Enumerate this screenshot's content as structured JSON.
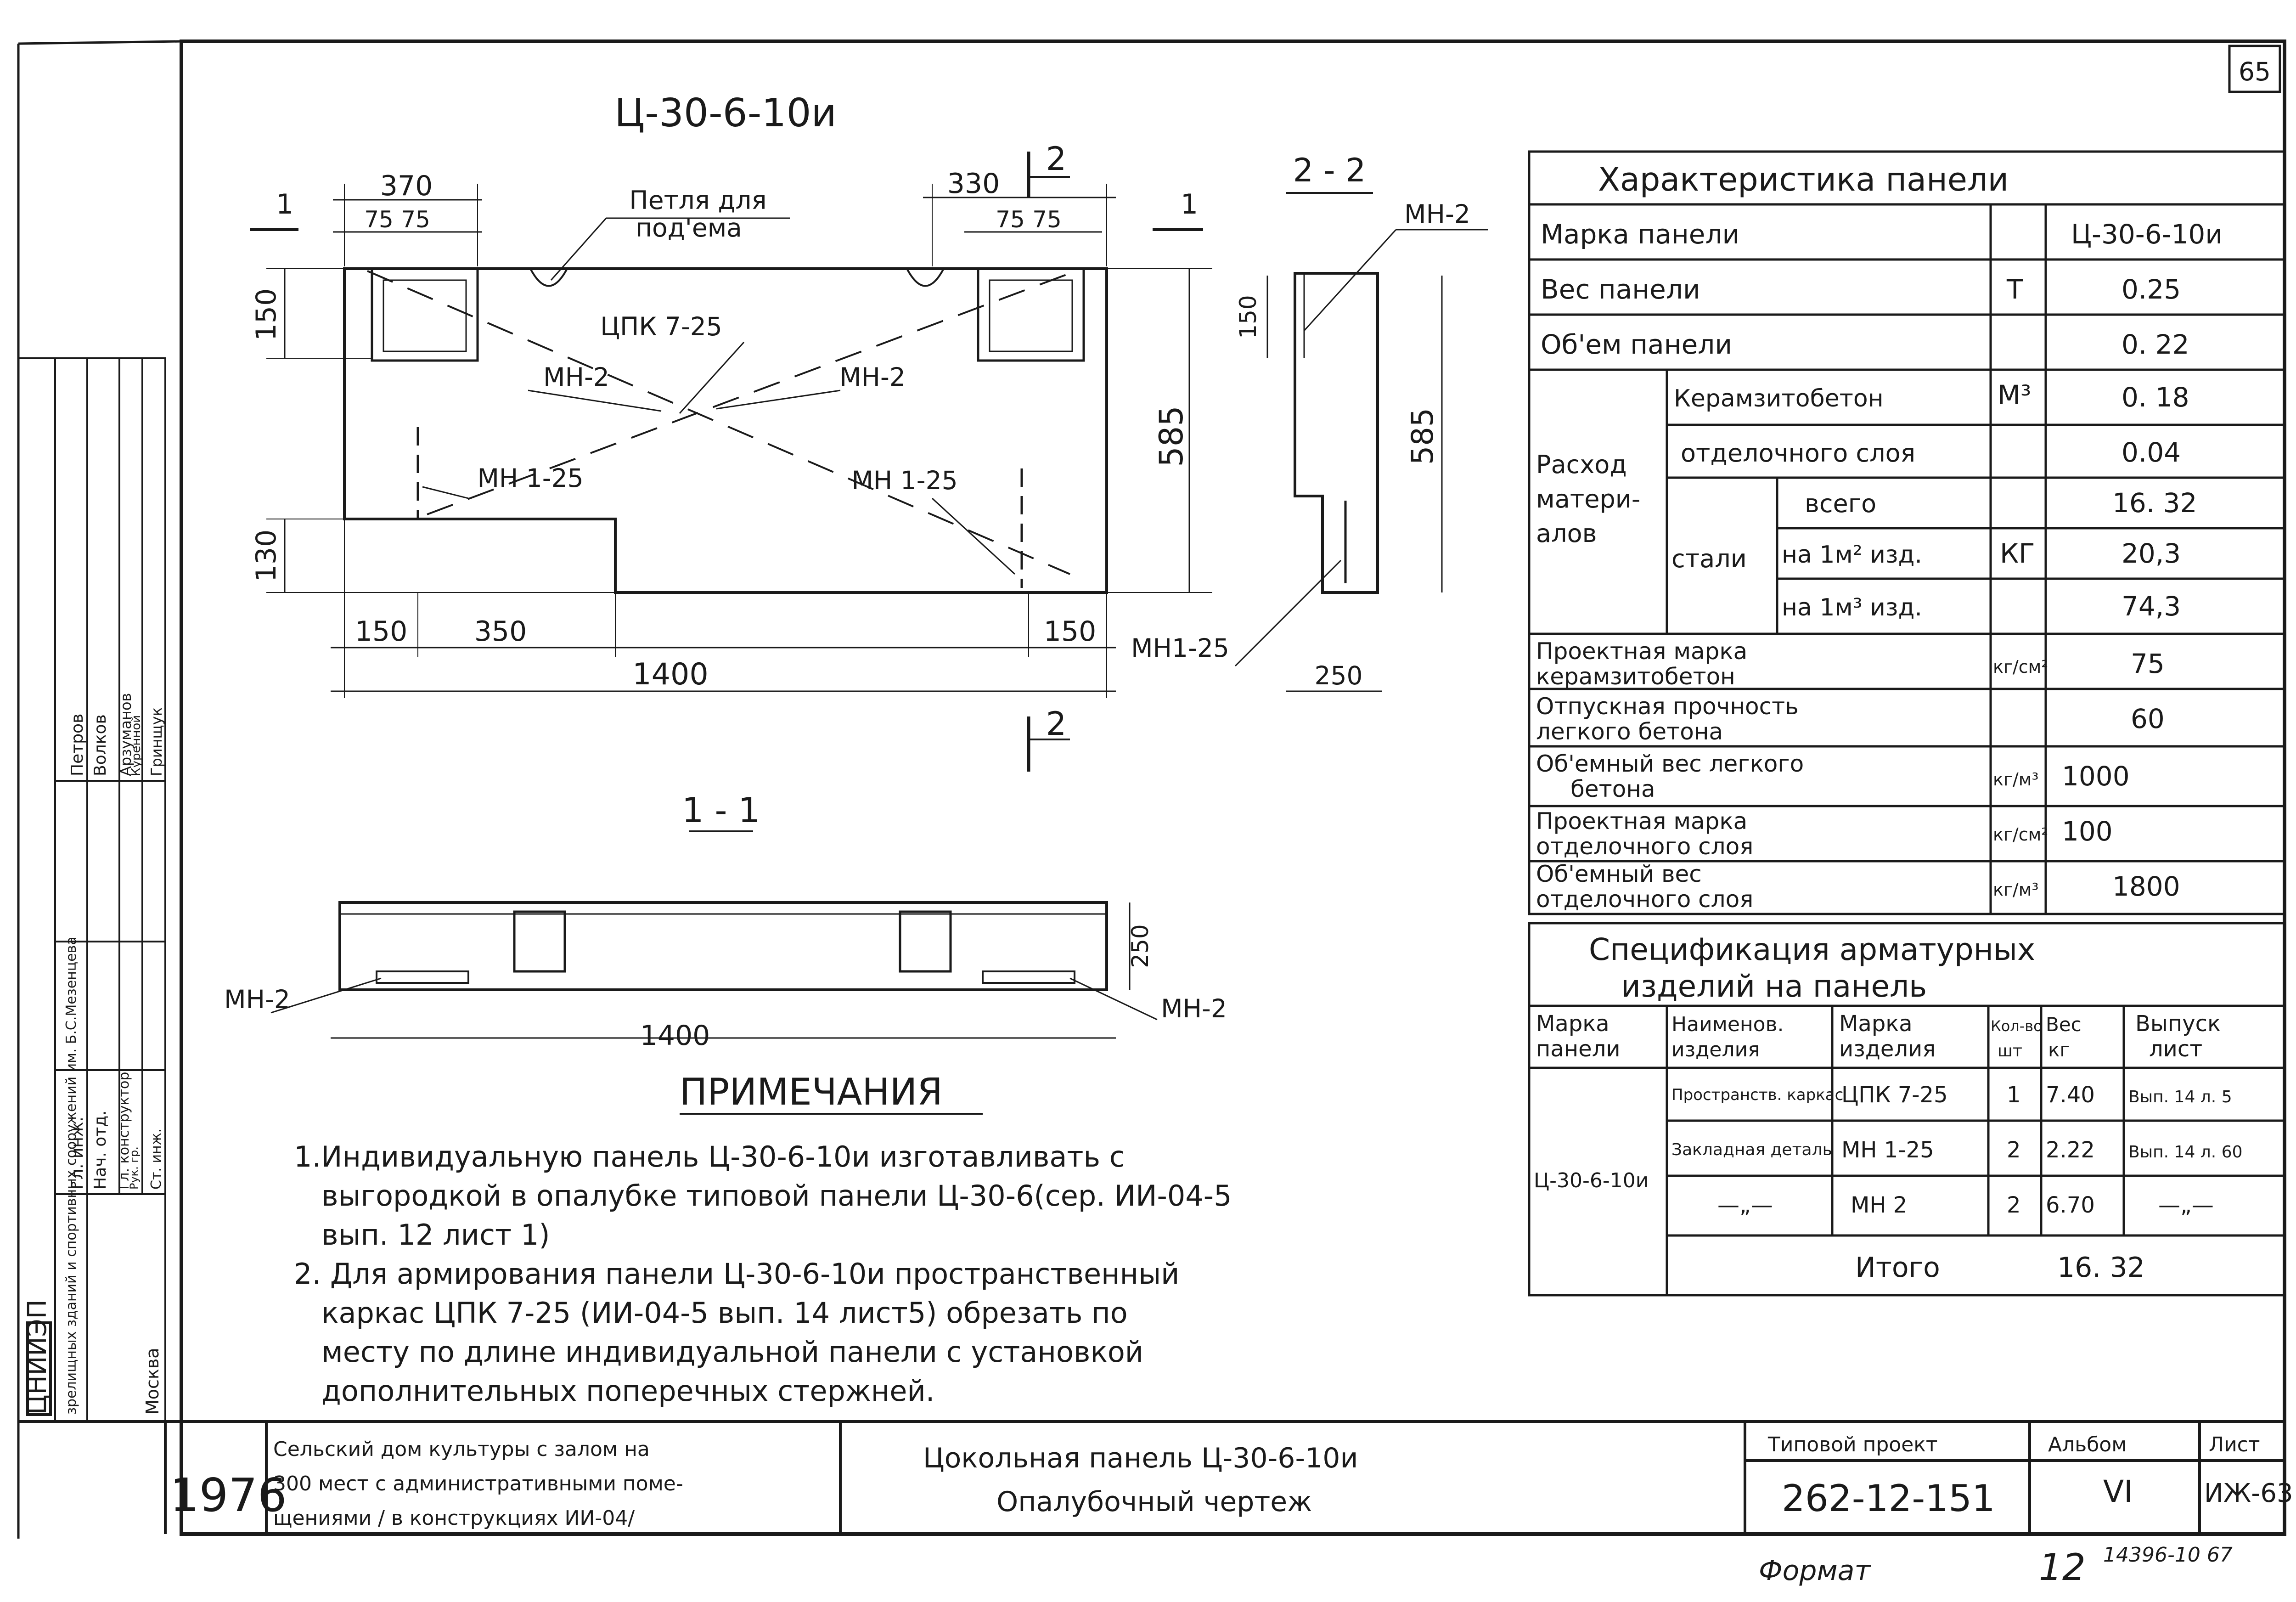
{
  "sheet_number": "65",
  "drawing": {
    "title": "Ц-30-6-10и",
    "section_marks": {
      "s1": "1",
      "s2": "2"
    },
    "dims": {
      "d370": "370",
      "d75a": "75",
      "d75b": "75",
      "d330": "330",
      "d75c": "75",
      "d75d": "75",
      "d150v": "150",
      "d130v": "130",
      "d585": "585",
      "d150a": "150",
      "d350": "350",
      "d150b": "150",
      "d1400": "1400"
    },
    "labels": {
      "loop": "Петля для",
      "loop2": "под'ема",
      "cpk": "ЦПК 7-25",
      "mn2a": "МН-2",
      "mn2b": "МН-2",
      "mn125a": "МН 1-25",
      "mn125b": "МН 1-25"
    },
    "section22": {
      "title": "2 - 2",
      "mn2": "МН-2",
      "d150": "150",
      "d585": "585",
      "mn125": "МН1-25",
      "d250": "250"
    },
    "section11": {
      "title": "1 - 1",
      "d250": "250",
      "mn2a": "МН-2",
      "mn2b": "МН-2",
      "d1400": "1400"
    }
  },
  "notes": {
    "heading": "ПРИМЕЧАНИЯ",
    "lines": [
      "1.Индивидуальную панель Ц-30-6-10и изготавливать с",
      "выгородкой в опалубке типовой панели Ц-30-6(сер. ИИ-04-5",
      "вып. 12 лист 1)",
      "2. Для армирования панели Ц-30-6-10и пространственный",
      "каркас ЦПК 7-25 (ИИ-04-5 вып. 14 лист5) обрезать по",
      "месту по длине индивидуальной панели с установкой",
      "дополнительных поперечных стержней."
    ]
  },
  "char_table": {
    "title": "Характеристика панели",
    "rows": {
      "mark_label": "Марка панели",
      "mark_value": "Ц-30-6-10и",
      "weight_label": "Вес панели",
      "weight_unit": "Т",
      "weight_value": "0.25",
      "volume_label": "Об'ем панели",
      "volume_value": "0. 22",
      "ceramsite_label": "Керамзитобетон",
      "ceramsite_value": "0. 18",
      "m3_unit": "М³",
      "consumption_label_1": "Расход",
      "consumption_label_2": "матери-",
      "consumption_label_3": "алов",
      "finish_label": "отделочного слоя",
      "finish_value": "0.04",
      "steel_label": "стали",
      "steel_total_label": "всего",
      "steel_total_value": "16. 32",
      "steel_m2_label": "на 1м² изд.",
      "steel_m2_value": "20,3",
      "steel_m3_label": "на 1м³ изд.",
      "steel_m3_value": "74,3",
      "kg_unit": "КГ",
      "design_grade_label_1": "Проектная марка",
      "design_grade_label_2": "керамзитобетон",
      "design_grade_value": "75",
      "release_label_1": "Отпускная прочность",
      "release_label_2": "легкого бетона",
      "release_value": "60",
      "kgcm2_unit": "кг/см²",
      "density_label_1": "Об'емный вес легкого",
      "density_label_2": "бетона",
      "density_value": "1000",
      "kgm3_unit": "кг/м³",
      "finish_grade_label_1": "Проектная марка",
      "finish_grade_label_2": "отделочного слоя",
      "finish_grade_value": "100",
      "finish_density_label_1": "Об'емный вес",
      "finish_density_label_2": "отделочного слоя",
      "finish_density_value": "1800"
    }
  },
  "spec_table": {
    "title_1": "Спецификация арматурных",
    "title_2": "изделий на панель",
    "headers": {
      "panel_1": "Марка",
      "panel_2": "панели",
      "name_1": "Наименов.",
      "name_2": "изделия",
      "mark_1": "Марка",
      "mark_2": "изделия",
      "qty_1": "Кол-во",
      "qty_2": "шт",
      "weight_1": "Вес",
      "weight_2": "кг",
      "issue_1": "Выпуск",
      "issue_2": "лист"
    },
    "panel_mark": "Ц-30-6-10и",
    "rows": [
      {
        "name": "Пространств. каркас",
        "mark": "ЦПК 7-25",
        "qty": "1",
        "weight": "7.40",
        "issue": "Вып. 14 л. 5"
      },
      {
        "name": "Закладная деталь",
        "mark": "МН 1-25",
        "qty": "2",
        "weight": "2.22",
        "issue": "Вып. 14 л. 60"
      },
      {
        "name": "—„—",
        "mark": "МН 2",
        "qty": "2",
        "weight": "6.70",
        "issue": "—„—"
      }
    ],
    "total_label": "Итого",
    "total_value": "16. 32"
  },
  "title_block": {
    "year": "1976",
    "object_1": "Сельский дом культуры с залом на",
    "object_2": "300 мест с административными поме-",
    "object_3": "щениями / в конструкциях ИИ-04/",
    "sheet_title_1": "Цокольная панель Ц-30-6-10и",
    "sheet_title_2": "Опалубочный чертеж",
    "project_label": "Типовой проект",
    "project_value": "262-12-151",
    "album_label": "Альбом",
    "album_value": "VI",
    "sheet_label": "Лист",
    "sheet_value": "ИЖ-63"
  },
  "side_stamp": {
    "org": "ЦНИИЭП",
    "institute": "зрелищных зданий и спортивных сооружений им. Б.С.Мезенцева",
    "city": "Москва",
    "roles": [
      "Гл. инж.",
      "Нач. отд.",
      "Гл. конструктор",
      "Рук. гр.",
      "Ст. инж."
    ],
    "names": [
      "Петров",
      "Волков",
      "Арзуманов",
      "Куренной",
      "Гринщук"
    ]
  },
  "format": {
    "label": "Формат",
    "value": "12",
    "code": "14396-10 67"
  }
}
